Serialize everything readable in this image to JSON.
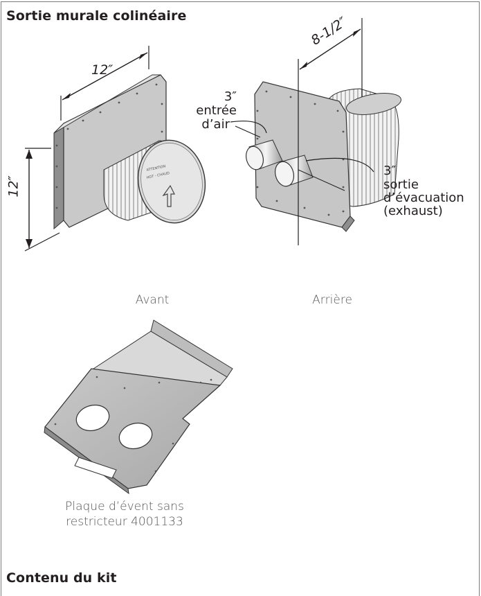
{
  "section_title": "Sortie murale colinéaire",
  "footer_title": "Contenu du kit",
  "front": {
    "caption": "Avant",
    "dim_width": "12″",
    "dim_height": "12″",
    "cap_print_1": "ATTENTION",
    "cap_print_2": "HOT - CHAUD"
  },
  "rear": {
    "caption": "Arrière",
    "dim_spacing": "8-1/2″",
    "intake_size": "3″",
    "intake_line1": "entrée",
    "intake_line2": "d’air",
    "exhaust_size": "3″",
    "exhaust_line1": "sortie",
    "exhaust_line2": "d’évacuation",
    "exhaust_line3": "(exhaust)"
  },
  "plate": {
    "caption_line1": "Plaque d’évent sans",
    "caption_line2": "restricteur 4001133"
  }
}
